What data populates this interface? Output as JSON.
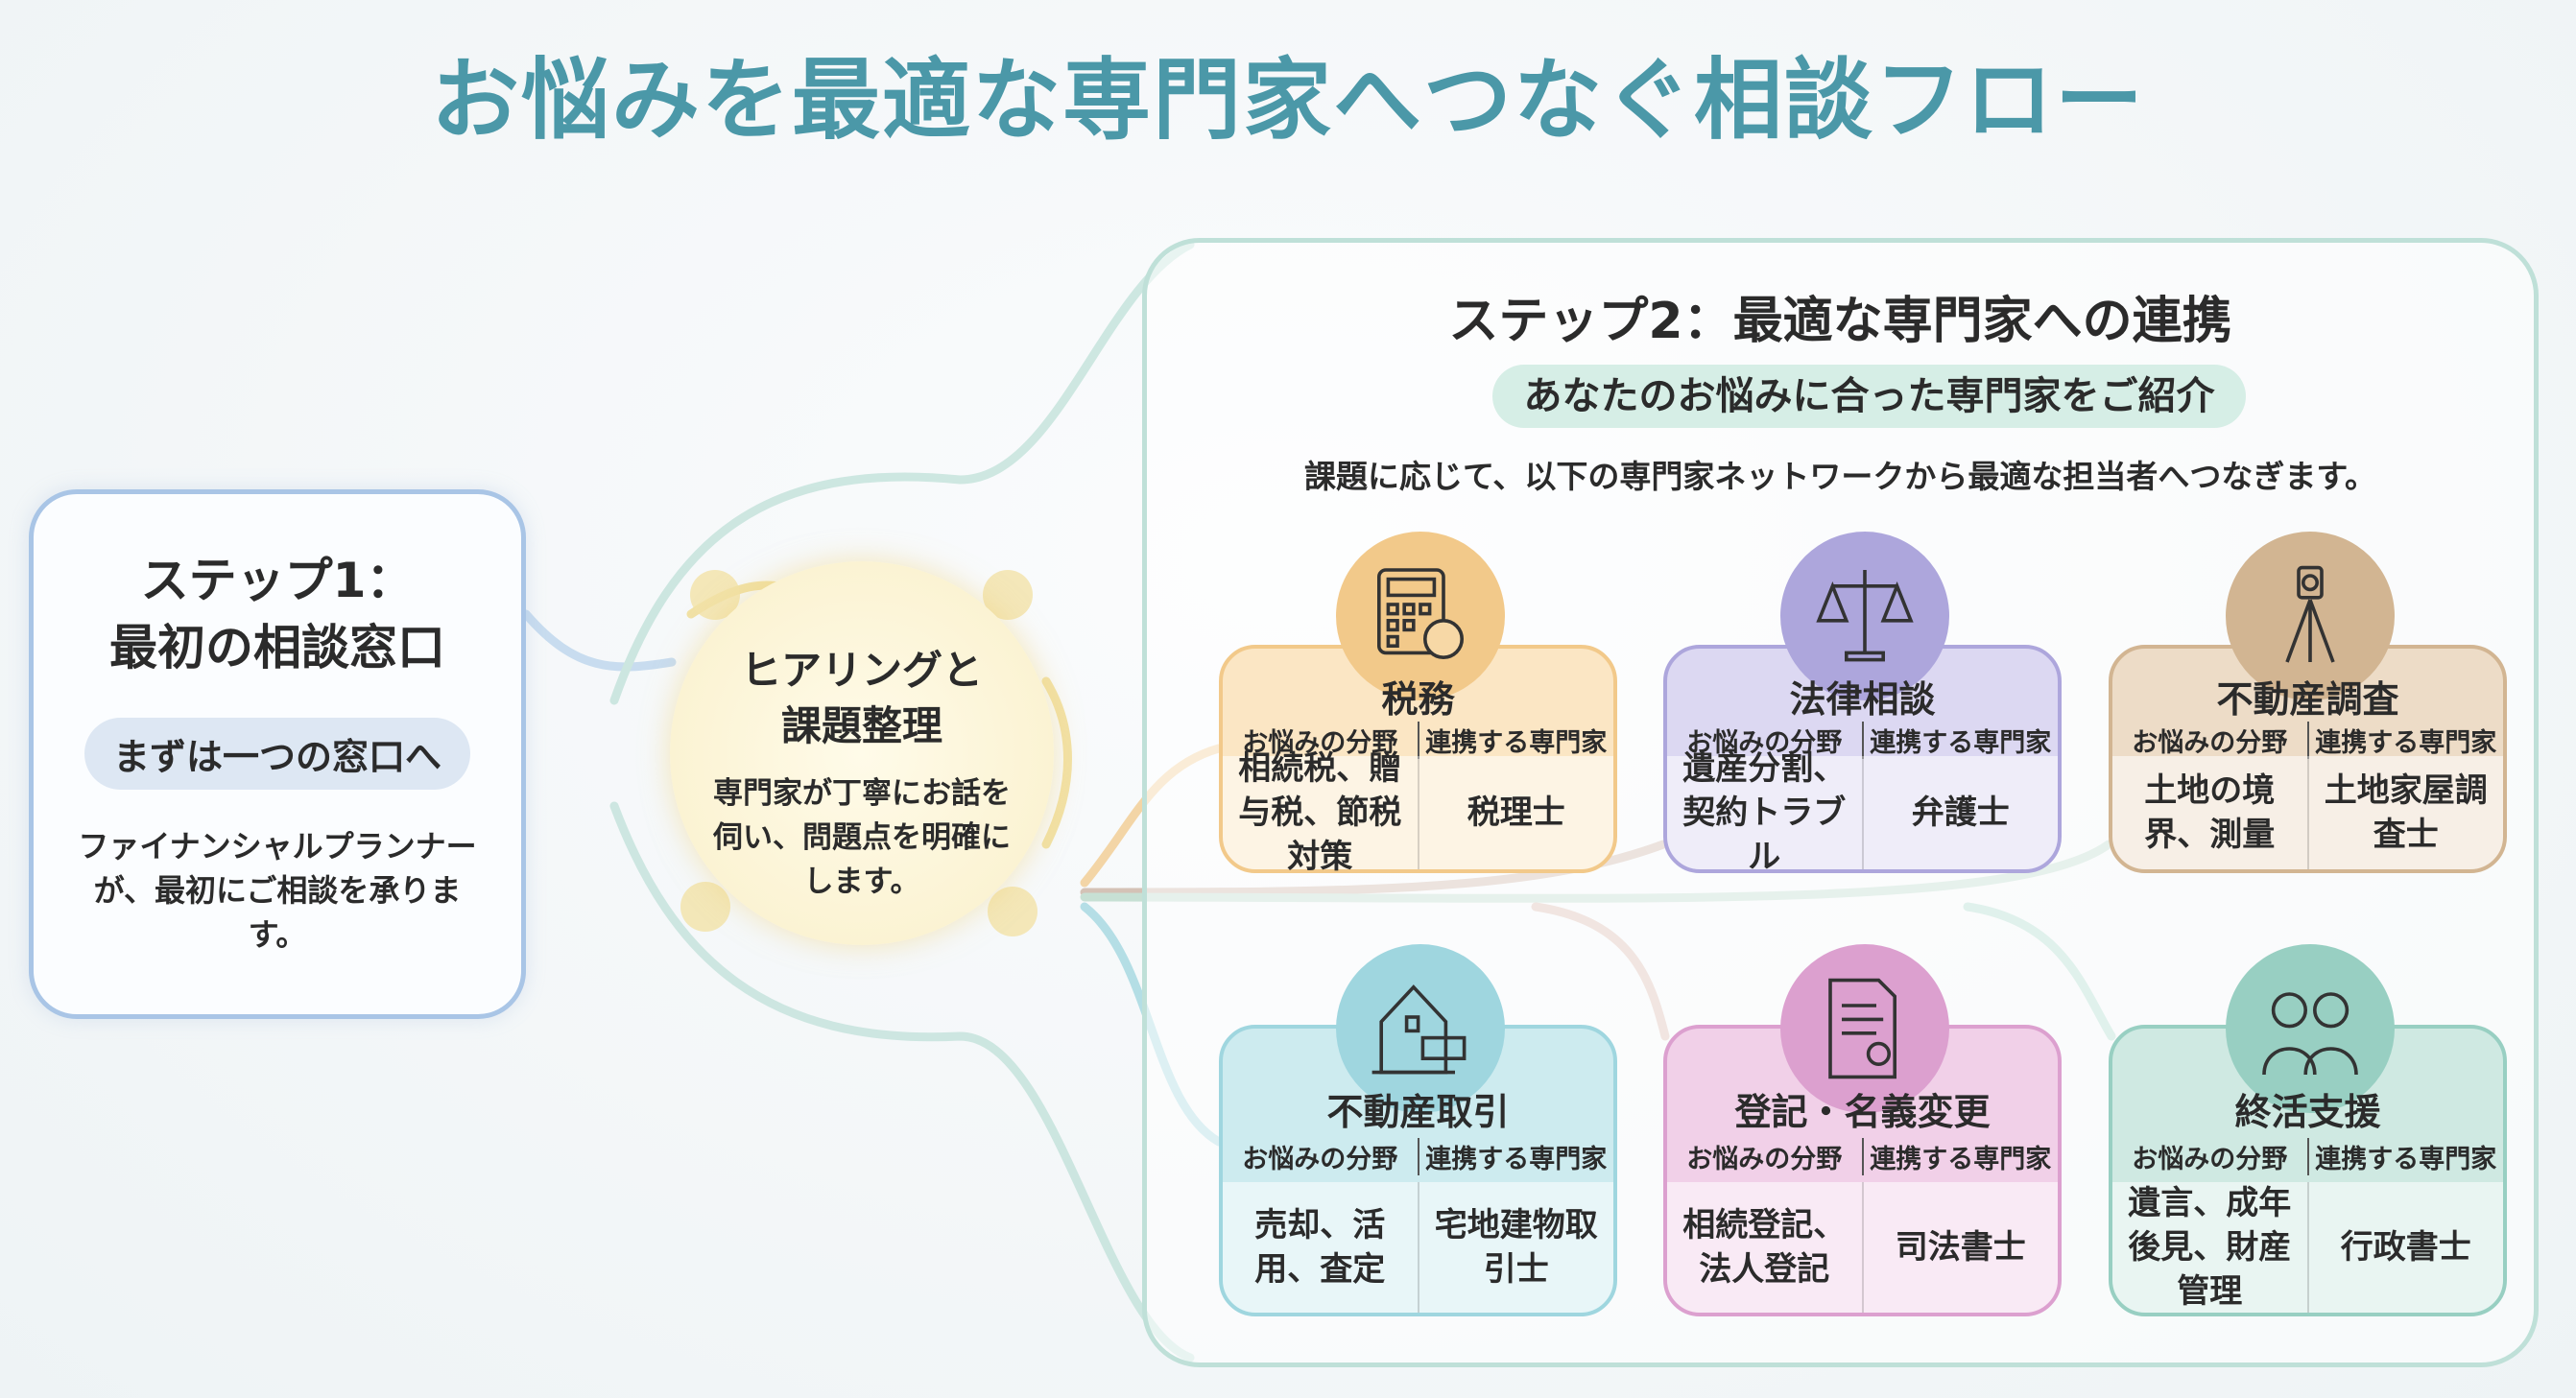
{
  "title": "お悩みを最適な専門家へつなぐ相談フロー",
  "step1": {
    "heading_line1": "ステップ1：",
    "heading_line2": "最初の相談窓口",
    "pill": "まずは一つの窓口へ",
    "text": "ファイナンシャルプランナーが、最初にご相談を承ります。"
  },
  "hub": {
    "heading_line1": "ヒアリングと",
    "heading_line2": "課題整理",
    "text": "専門家が丁寧にお話を伺い、問題点を明確にします。"
  },
  "step2": {
    "heading": "ステップ2：最適な専門家への連携",
    "pill": "あなたのお悩みに合った専門家をご紹介",
    "subtitle": "課題に応じて、以下の専門家ネットワークから最適な担当者へつなぎます。"
  },
  "card_header": {
    "area": "お悩みの分野",
    "expert": "連携する専門家"
  },
  "cards": [
    {
      "id": "tax",
      "icon": "calculator-icon",
      "title": "税務",
      "area": "相続税、贈与税、節税対策",
      "expert": "税理士",
      "color": "#f2c98a",
      "bg": "#fbe6c4"
    },
    {
      "id": "legal",
      "icon": "scales-icon",
      "title": "法律相談",
      "area": "遺産分割、契約トラブル",
      "expert": "弁護士",
      "color": "#ada6dc",
      "bg": "#dcd8f2"
    },
    {
      "id": "survey",
      "icon": "surveying-tripod-icon",
      "title": "不動産調査",
      "area": "土地の境界、測量",
      "expert": "土地家屋調査士",
      "color": "#d2b592",
      "bg": "#eddcc7"
    },
    {
      "id": "realestate",
      "icon": "house-sold-icon",
      "title": "不動産取引",
      "area": "売却、活用、査定",
      "expert": "宅地建物取引士",
      "color": "#9fd6df",
      "bg": "#cdebef"
    },
    {
      "id": "registry",
      "icon": "certificate-icon",
      "title": "登記・名義変更",
      "area": "相続登記、法人登記",
      "expert": "司法書士",
      "color": "#dca0cf",
      "bg": "#f1d0e8"
    },
    {
      "id": "endoflife",
      "icon": "elderly-couple-icon",
      "title": "終活支援",
      "area": "遺言、成年後見、財産管理",
      "expert": "行政書士",
      "color": "#98cfc2",
      "bg": "#cfe9e2"
    }
  ]
}
